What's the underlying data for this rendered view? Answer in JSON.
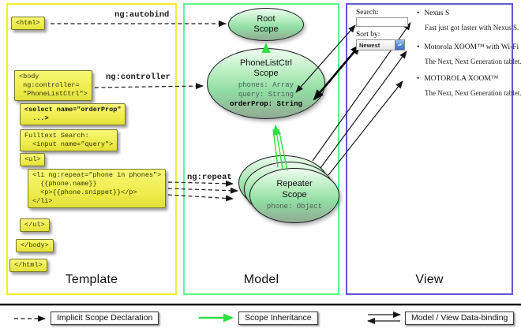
{
  "columns": {
    "template": {
      "label": "Template"
    },
    "model": {
      "label": "Model"
    },
    "view": {
      "label": "View"
    }
  },
  "annotations": {
    "autobind": "ng:autobind",
    "controller": "ng:controller",
    "repeat": "ng:repeat"
  },
  "template_code": {
    "html_open": "<html>",
    "body_open": "<body\n ng:controller=\n \"PhoneListCtrl\">",
    "select_tag": "<select name=\"orderProp\"\n  ...>",
    "fulltext": "Fulltext Search:\n  <input name=\"query\">",
    "ul_open": "<ul>",
    "li_repeat": "<li ng:repeat=\"phone in phones\">\n  {{phone.name}}\n  <p>{{phone.snippet}}</p>\n</li>",
    "ul_close": "</ul>",
    "body_close": "</body>",
    "html_close": "</html>"
  },
  "model": {
    "root_scope_title": "Root\nScope",
    "phonelist_title": "PhoneListCtrl\nScope",
    "phonelist_props": [
      "phones: Array",
      "query: String",
      "orderProp: String"
    ],
    "repeater_title": "Repeater\nScope",
    "repeater_prop": "phone: Object"
  },
  "view": {
    "search_label": "Search:",
    "search_value": "",
    "search_placeholder": "",
    "sort_label": "Sort by:",
    "sort_value": "Newest",
    "bullet": "•",
    "stepper_glyphs": "▴▾",
    "items": [
      {
        "title": "Nexus S",
        "snippet": "Fast just got faster with Nexus S."
      },
      {
        "title": "Motorola XOOM™ with Wi-Fi",
        "snippet": "The Next, Next Generation tablet."
      },
      {
        "title": "MOTOROLA XOOM™",
        "snippet": "The Next, Next Generation tablet."
      }
    ]
  },
  "legend": {
    "implicit": "Implicit Scope Declaration",
    "inheritance": "Scope Inheritance",
    "binding": "Model / View Data-binding"
  },
  "colors": {
    "template_border": "#f2ee2e",
    "model_border": "#5ef98e",
    "view_border": "#6257cf",
    "code_box_fill": "#efec4d",
    "scope_fill_top": "#effcef",
    "scope_fill_bottom": "#93ab95",
    "inheritance_green": "#2ee040",
    "arrow_black": "#1a1a1a"
  }
}
